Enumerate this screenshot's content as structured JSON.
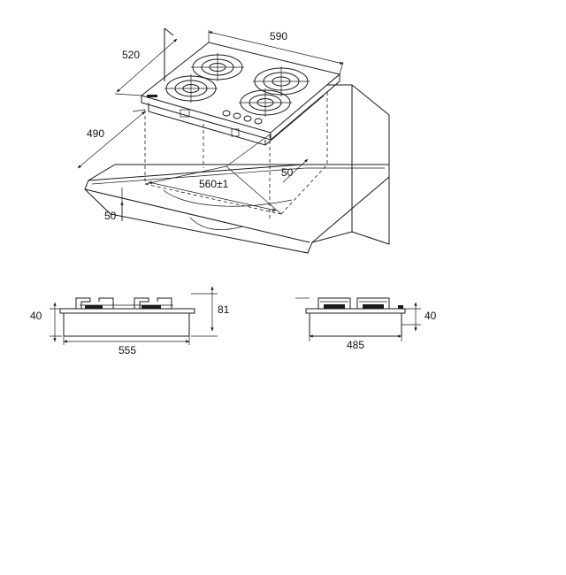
{
  "iso_view": {
    "dim_width_top": "590",
    "dim_depth_top": "520",
    "dim_cutout_depth": "490",
    "dim_cutout_width": "560±1",
    "dim_edge_front": "50",
    "dim_edge_right": "50"
  },
  "front_view": {
    "dim_height_glass": "40",
    "dim_height_total": "81",
    "dim_width": "555"
  },
  "side_view": {
    "dim_height": "40",
    "dim_width": "485"
  }
}
